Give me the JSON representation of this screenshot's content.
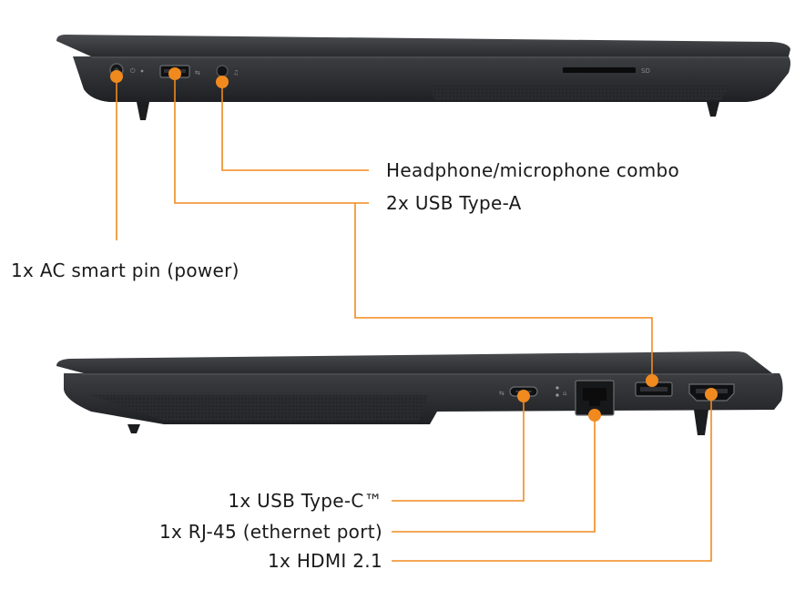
{
  "labels": {
    "headphone": "Headphone/microphone combo",
    "usb_a": "2x USB Type-A",
    "ac_pin": "1x AC smart pin (power)",
    "usb_c": "1x USB Type-C™",
    "rj45": "1x RJ-45 (ethernet port)",
    "hdmi": "1x HDMI 2.1"
  },
  "printed_markings": {
    "sd_slot": "SD"
  },
  "colors": {
    "accent": "#F08A1F",
    "chassis_dark": "#2b2d30",
    "chassis_mid": "#3a3c40",
    "text": "#1a1a1a"
  }
}
